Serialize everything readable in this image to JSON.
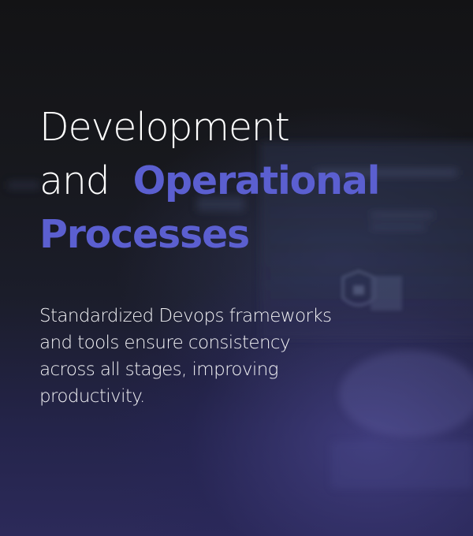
{
  "heading": {
    "line1": "Development",
    "line2_plain": "and",
    "line2_accent": "Operational",
    "line3_accent": "Processes"
  },
  "description": "Standardized Devops frameworks and tools ensure consistency across all stages, improving productivity.",
  "colors": {
    "background": "#131315",
    "accent": "#5b5fd0",
    "text": "#ffffff"
  },
  "icons": {
    "background": "blurred-laptop-screen-image"
  }
}
